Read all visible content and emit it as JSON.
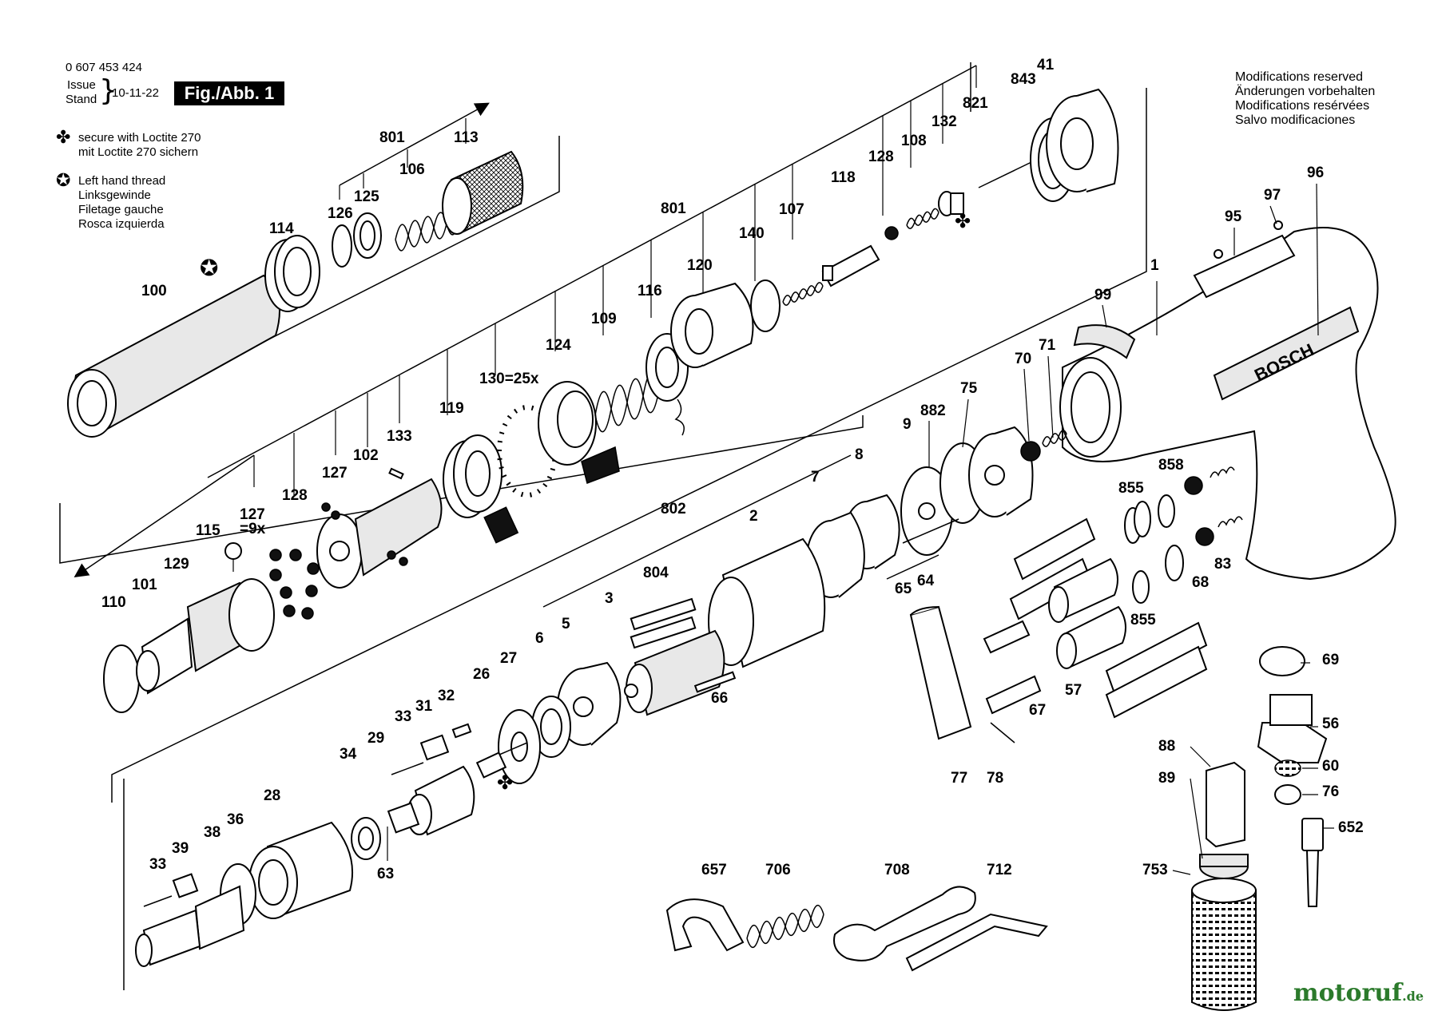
{
  "header": {
    "part_number": "0 607 453 424",
    "issue_label_1": "Issue",
    "issue_label_2": "Stand",
    "date": "10-11-22",
    "figure": "Fig./Abb. 1"
  },
  "legend": {
    "loctite_symbol": "clover-icon",
    "loctite_lines": [
      "secure with Loctite 270",
      "mit Loctite 270 sichern"
    ],
    "left_thread_symbol": "star-circle-icon",
    "left_thread_lines": [
      "Left hand thread",
      "Linksgewinde",
      "Filetage gauche",
      "Rosca izquierda"
    ]
  },
  "modifications": [
    "Modifications reserved",
    "Änderungen vorbehalten",
    "Modifications resérvées",
    "Salvo modificaciones"
  ],
  "watermark": {
    "main": "motoruf",
    "suffix": ".de"
  },
  "brand_on_tool": "BOSCH",
  "callouts": [
    "801",
    "113",
    "106",
    "125",
    "126",
    "114",
    "100",
    "843",
    "41",
    "821",
    "132",
    "108",
    "128",
    "118",
    "107",
    "140",
    "801",
    "120",
    "116",
    "109",
    "124",
    "130=25x",
    "119",
    "133",
    "102",
    "127",
    "128",
    "127\n=9x",
    "115",
    "129",
    "101",
    "110",
    "96",
    "97",
    "95",
    "1",
    "99",
    "70",
    "71",
    "75",
    "882",
    "9",
    "8",
    "7",
    "802",
    "2",
    "804",
    "3",
    "5",
    "6",
    "66",
    "27",
    "26",
    "32",
    "31",
    "33",
    "29",
    "34",
    "28",
    "36",
    "38",
    "39",
    "33",
    "63",
    "855",
    "858",
    "855",
    "65",
    "64",
    "57",
    "67",
    "68",
    "83",
    "77",
    "78",
    "69",
    "56",
    "60",
    "76",
    "652",
    "88",
    "89",
    "753",
    "657",
    "706",
    "708",
    "712"
  ]
}
